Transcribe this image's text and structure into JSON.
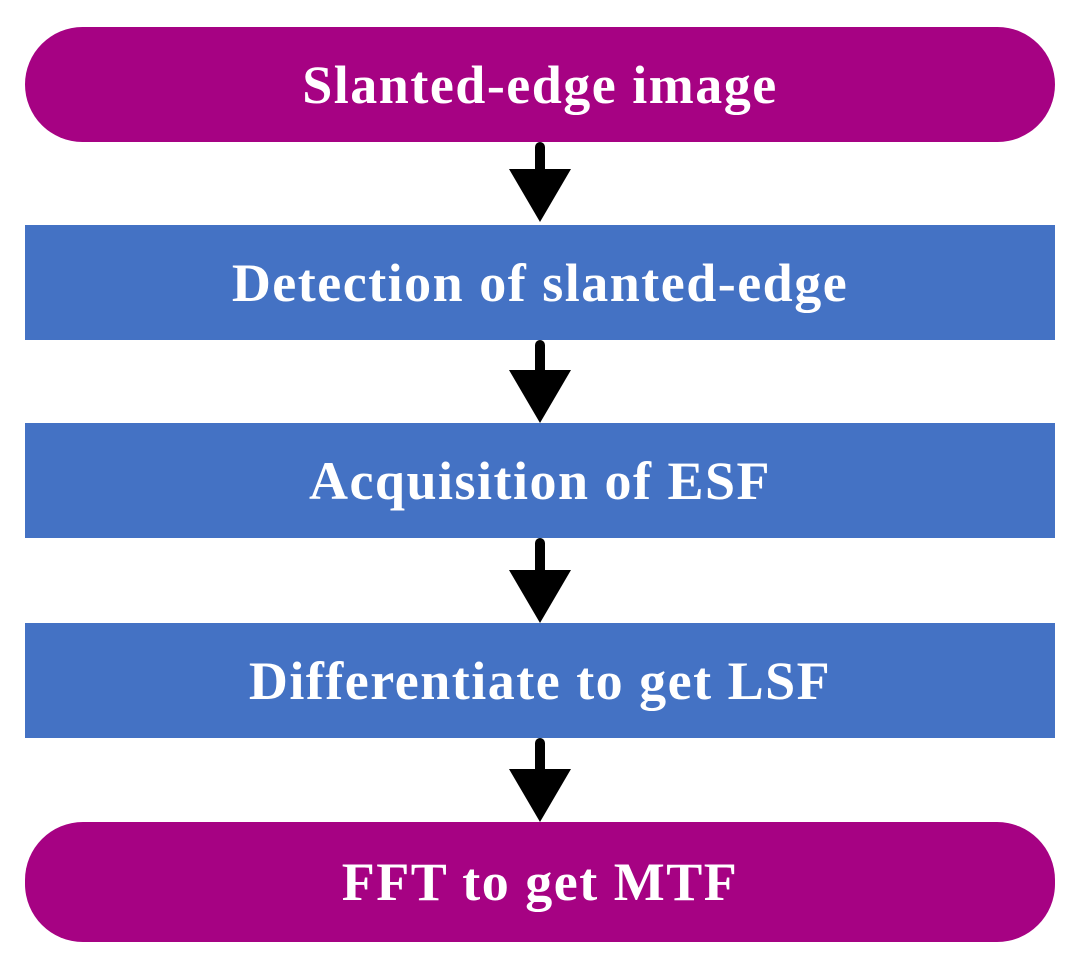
{
  "diagram": {
    "type": "flowchart",
    "direction": "top-to-bottom",
    "steps": [
      {
        "label": "Slanted-edge image",
        "shape": "pill",
        "fill": "#A60283"
      },
      {
        "label": "Detection of slanted-edge",
        "shape": "rect",
        "fill": "#4472C4"
      },
      {
        "label": "Acquisition of ESF",
        "shape": "rect",
        "fill": "#4472C4"
      },
      {
        "label": "Differentiate to get LSF",
        "shape": "rect",
        "fill": "#4472C4"
      },
      {
        "label": "FFT to get MTF",
        "shape": "pill",
        "fill": "#A60283"
      }
    ],
    "connectors": [
      {
        "from": 0,
        "to": 1,
        "style": "arrow-down"
      },
      {
        "from": 1,
        "to": 2,
        "style": "arrow-down"
      },
      {
        "from": 2,
        "to": 3,
        "style": "arrow-down"
      },
      {
        "from": 3,
        "to": 4,
        "style": "arrow-down"
      }
    ],
    "colors": {
      "terminal_fill": "#A60283",
      "process_fill": "#4472C4",
      "arrow": "#000000",
      "text": "#FFFFFF",
      "background": "#FFFFFF"
    }
  }
}
